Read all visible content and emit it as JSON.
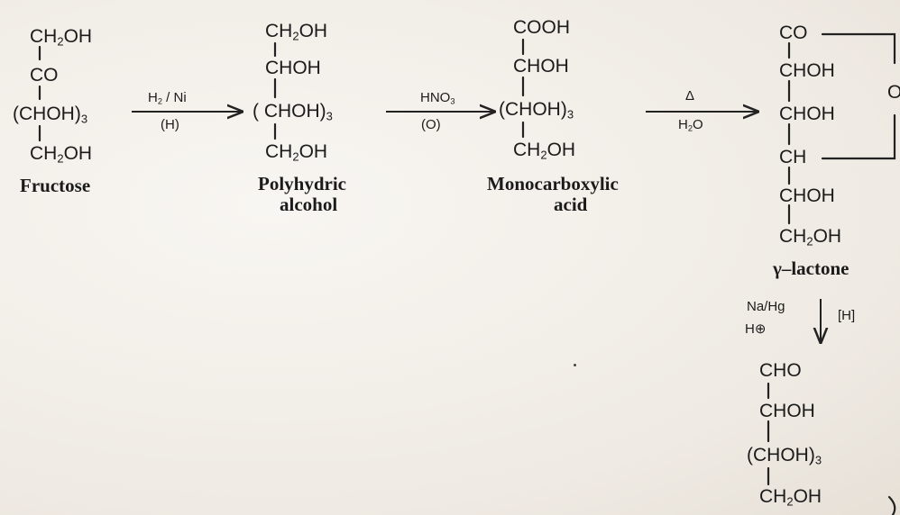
{
  "fructose": {
    "top_prefix": "CH",
    "top_sub": "2",
    "top_suffix": "OH",
    "c2": "CO",
    "c345_main": "(CHOH)",
    "c345_sub": "3",
    "bottom_prefix": "CH",
    "bottom_sub": "2",
    "bottom_suffix": "OH",
    "label": "Fructose"
  },
  "step1": {
    "above_prefix": "H",
    "above_sub": "2",
    "above_suffix": " / Ni",
    "below": "(H)"
  },
  "polyol": {
    "c1_prefix": "CH",
    "c1_sub": "2",
    "c1_suffix": "OH",
    "c2": "CHOH",
    "c345_main": "( CHOH)",
    "c345_sub": "3",
    "c6_prefix": "CH",
    "c6_sub": "2",
    "c6_suffix": "OH",
    "label_line1": "Polyhydric",
    "label_line2": "alcohol"
  },
  "step2": {
    "above_prefix": "HNO",
    "above_sub": "3",
    "below": "(O)"
  },
  "acid": {
    "c1": "COOH",
    "c2": "CHOH",
    "c345_main": "(CHOH)",
    "c345_sub": "3",
    "c6_prefix": "CH",
    "c6_sub": "2",
    "c6_suffix": "OH",
    "label_line1": "Monocarboxylic",
    "label_line2": "acid"
  },
  "step3": {
    "above": "Δ",
    "below_prefix": "H",
    "below_sub": "2",
    "below_suffix": "O"
  },
  "lactone": {
    "c1": "CO",
    "c2": "CHOH",
    "c3": "CHOH",
    "c4": "CH",
    "c5": "CHOH",
    "c6_prefix": "CH",
    "c6_sub": "2",
    "c6_suffix": "OH",
    "ring_atom": "O",
    "label": "γ–lactone"
  },
  "step4": {
    "left_line1": "Na/Hg",
    "left_line2": "H⊕",
    "right": "[H]"
  },
  "aldose": {
    "c1": "CHO",
    "c2": "CHOH",
    "c345_main": "(CHOH)",
    "c345_sub": "3",
    "c6_prefix": "CH",
    "c6_sub": "2",
    "c6_suffix": "OH"
  }
}
